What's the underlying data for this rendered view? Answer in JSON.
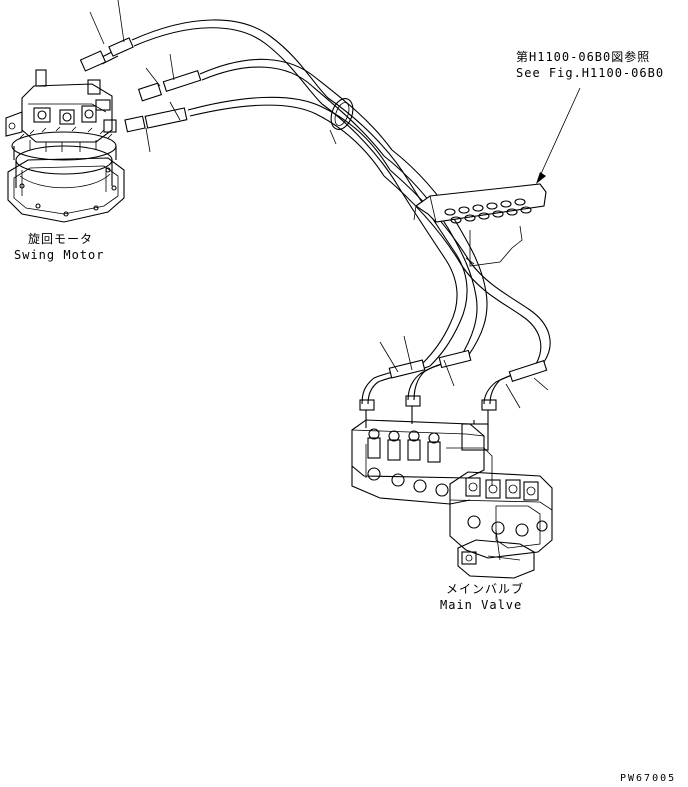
{
  "labels": {
    "ref_jp": "第H1100-06B0図参照",
    "ref_en": "See Fig.H1100-06B0",
    "swing_motor_jp": "旋回モータ",
    "swing_motor_en": "Swing Motor",
    "main_valve_jp": "メインバルブ",
    "main_valve_en": "Main Valve",
    "drawing_code": "PW67005"
  },
  "icons": [
    "swing-motor-icon",
    "main-valve-icon",
    "hose-clamp-icon",
    "hose-bracket-icon"
  ]
}
